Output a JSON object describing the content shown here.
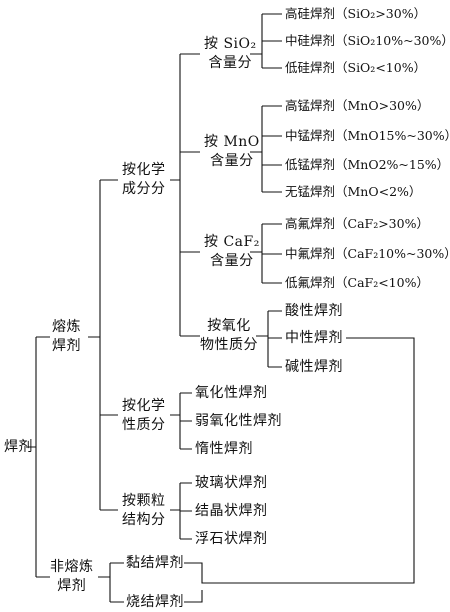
{
  "root": "焊剂",
  "branches": {
    "melt": {
      "label": "熔炼\n焊剂",
      "chem": {
        "label": "按化学\n成分分",
        "sio2": {
          "label": "按 SiO₂\n含量分",
          "items": [
            "高硅焊剂（SiO₂>30%）",
            "中硅焊剂（SiO₂10%~30%）",
            "低硅焊剂（SiO₂<10%）"
          ]
        },
        "mno": {
          "label": "按 MnO\n含量分",
          "items": [
            "高锰焊剂（MnO>30%）",
            "中锰焊剂（MnO15%~30%）",
            "低锰焊剂（MnO2%~15%）",
            "无锰焊剂（MnO<2%）"
          ]
        },
        "caf2": {
          "label": "按 CaF₂\n含量分",
          "items": [
            "高氟焊剂（CaF₂>30%）",
            "中氟焊剂（CaF₂10%~30%）",
            "低氟焊剂（CaF₂<10%）"
          ]
        },
        "oxid": {
          "label": "按氧化\n物性质分",
          "items": [
            "酸性焊剂",
            "中性焊剂",
            "碱性焊剂"
          ]
        }
      },
      "chemprop": {
        "label": "按化学\n性质分",
        "items": [
          "氧化性焊剂",
          "弱氧化性焊剂",
          "惰性焊剂"
        ]
      },
      "grain": {
        "label": "按颗粒\n结构分",
        "items": [
          "玻璃状焊剂",
          "结晶状焊剂",
          "浮石状焊剂"
        ]
      }
    },
    "nonmelt": {
      "label": "非熔炼\n焊剂",
      "items": [
        "黏结焊剂",
        "烧结焊剂"
      ]
    }
  }
}
